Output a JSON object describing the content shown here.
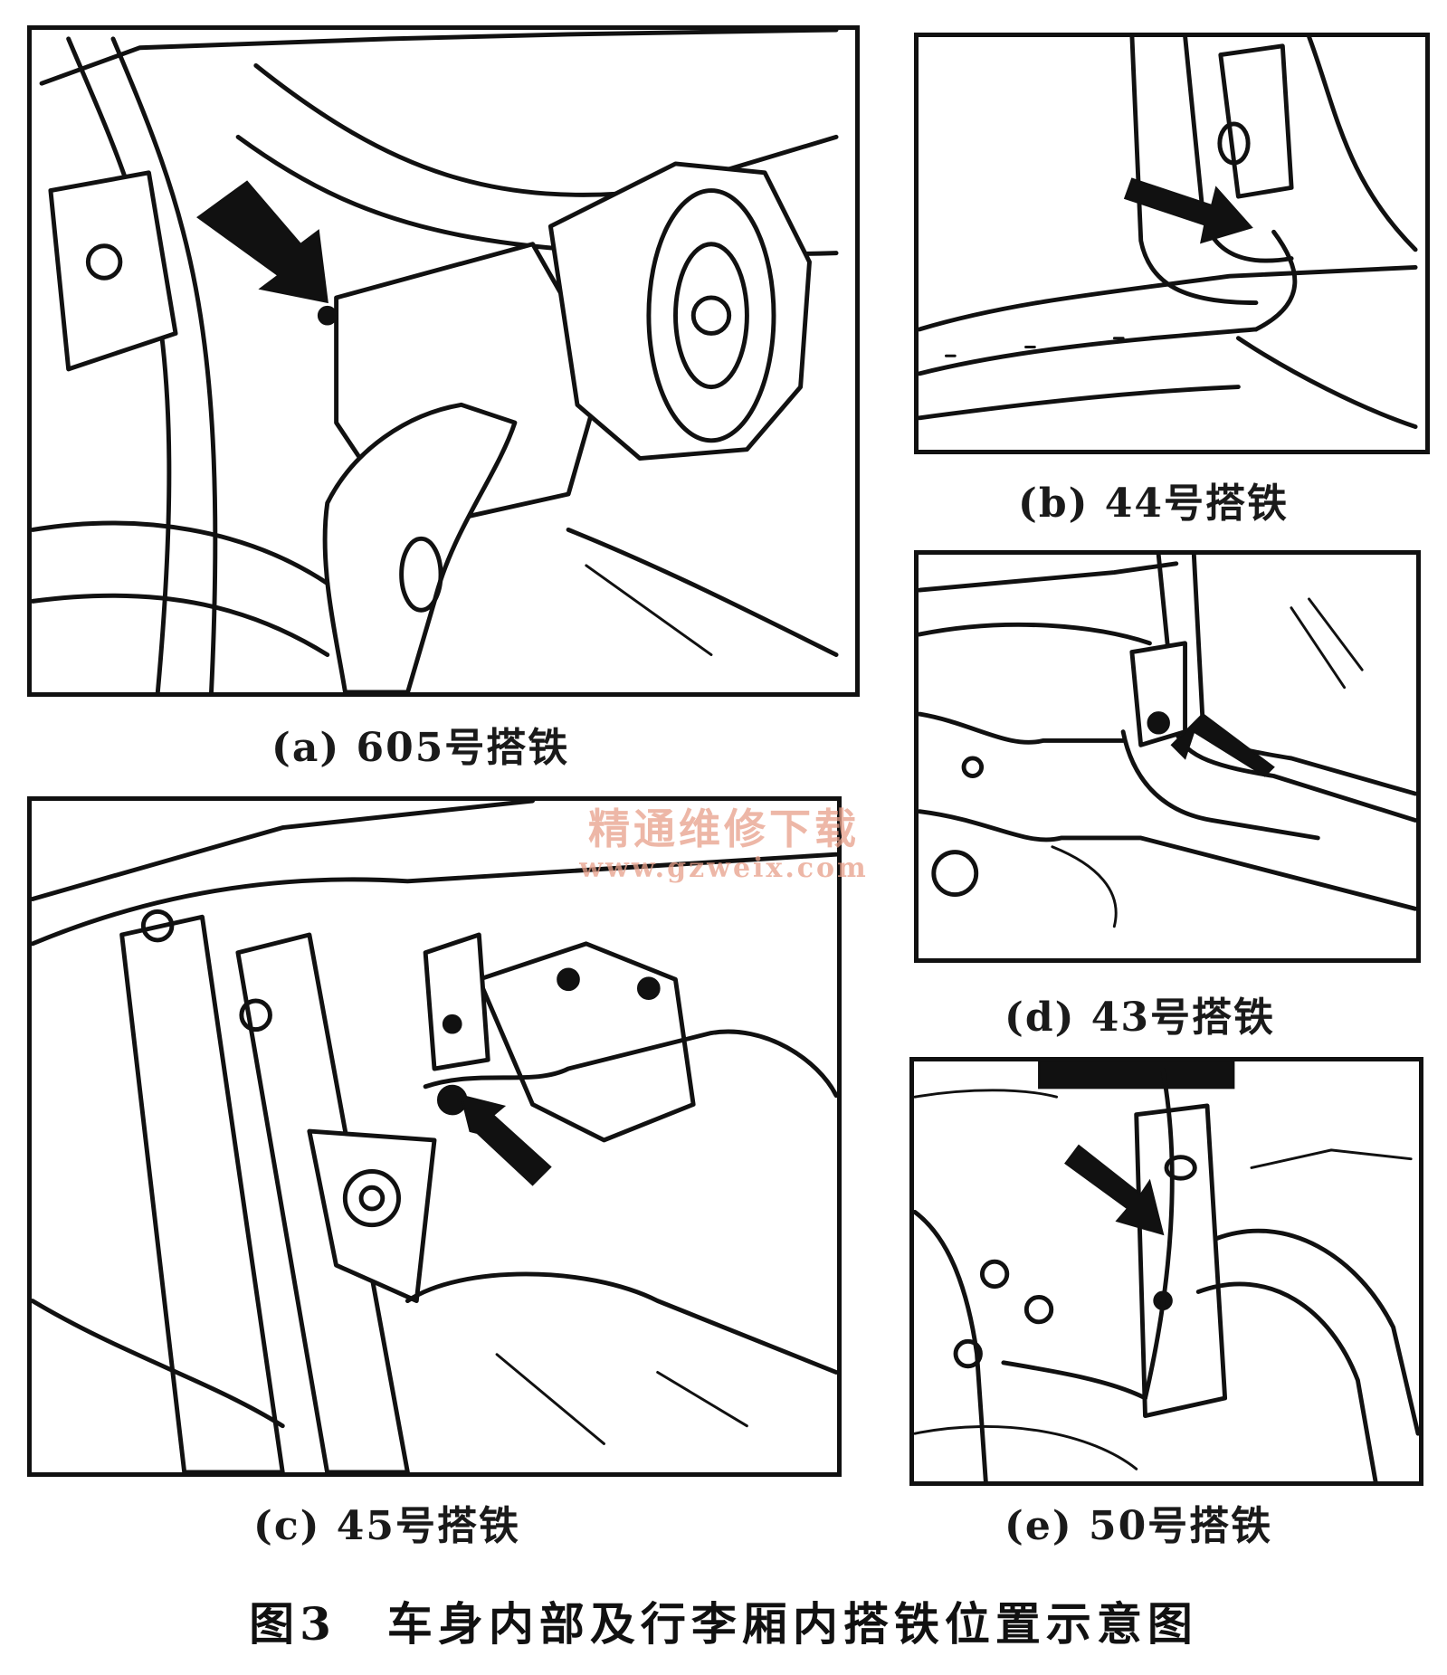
{
  "panels": [
    {
      "id": "a",
      "caption": "(a) 605号搭铁",
      "icon": "ground-arrow-icon"
    },
    {
      "id": "b",
      "caption": "(b) 44号搭铁",
      "icon": "ground-arrow-icon"
    },
    {
      "id": "d",
      "caption": "(d) 43号搭铁",
      "icon": "ground-arrow-icon"
    },
    {
      "id": "c",
      "caption": "(c) 45号搭铁",
      "icon": "ground-arrow-icon"
    },
    {
      "id": "e",
      "caption": "(e) 50号搭铁",
      "icon": "ground-arrow-icon"
    }
  ],
  "watermark": {
    "text": "精通维修下载",
    "url": "www.gzweix.com"
  },
  "figure_title": "图3　车身内部及行李厢内搭铁位置示意图"
}
